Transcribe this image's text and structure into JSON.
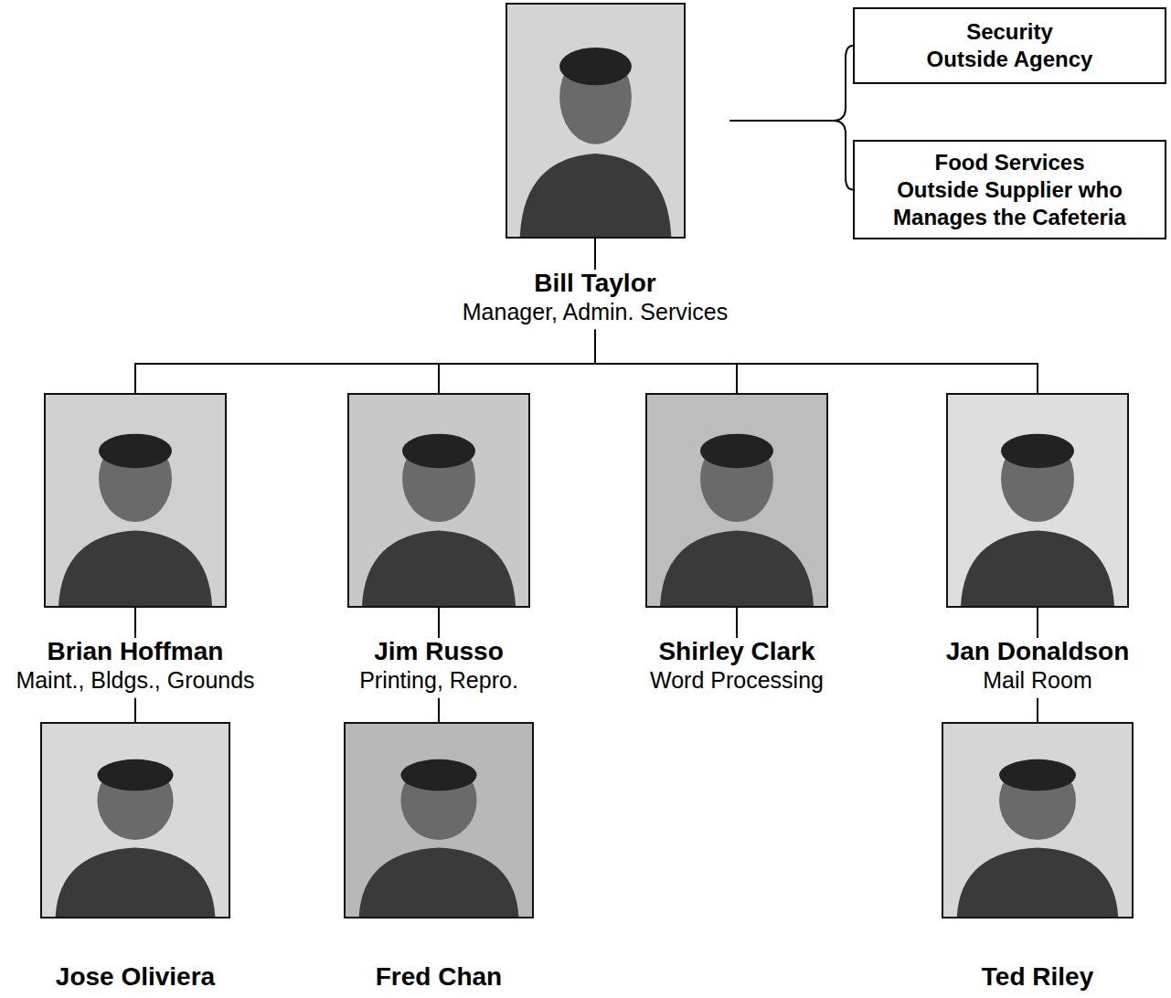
{
  "diagram": {
    "nodes": [
      {
        "text": [
          "Bill Taylor",
          "Manager, Admin. Services"
        ]
      },
      {
        "text": [
          "Security",
          "Outside Agency"
        ]
      },
      {
        "text": [
          "Food Services",
          "Outside Supplier who Manages the Cafeteria"
        ]
      },
      {
        "text": [
          "Brian Hoffman",
          "Maint., Bldgs., Grounds"
        ]
      },
      {
        "text": [
          "Jim Russo",
          "Printing, Repro."
        ]
      },
      {
        "text": [
          "Shirley Clark",
          "Word Processing"
        ]
      },
      {
        "text": [
          "Jan Donaldson",
          "Mail Room"
        ]
      },
      {
        "text": [
          "Jose Oliviera"
        ]
      },
      {
        "text": [
          "Fred Chan"
        ]
      },
      {
        "text": [
          "Ted Riley"
        ]
      }
    ],
    "edges": [
      {
        "from": 0,
        "to": 1,
        "arrow": "none"
      },
      {
        "from": 0,
        "to": 2,
        "arrow": "none"
      },
      {
        "from": 0,
        "to": 3,
        "arrow": "none"
      },
      {
        "from": 0,
        "to": 4,
        "arrow": "none"
      },
      {
        "from": 0,
        "to": 5,
        "arrow": "none"
      },
      {
        "from": 0,
        "to": 6,
        "arrow": "none"
      },
      {
        "from": 3,
        "to": 7,
        "arrow": "none"
      },
      {
        "from": 4,
        "to": 8,
        "arrow": "none"
      },
      {
        "from": 6,
        "to": 9,
        "arrow": "none"
      }
    ]
  }
}
